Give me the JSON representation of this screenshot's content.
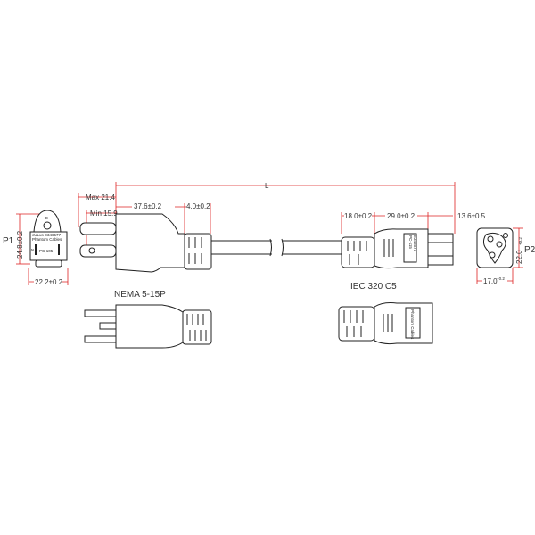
{
  "dimensions": {
    "length": "L",
    "max_prong": "Max 21.4",
    "min_prong": "Min 15.9",
    "plug_body": "37.6±0.2",
    "plug_relief": "4.0±0.2",
    "p1_height": "24.8±0.2",
    "p1_width": "22.2±0.2",
    "c5_relief": "18.0±0.2",
    "c5_body": "29.0±0.2",
    "c5_tip": "13.6±0.5",
    "p2_height": "22.0",
    "p2_width": "17.0",
    "tol": "+0.2"
  },
  "labels": {
    "p1": "P1",
    "p2": "P2",
    "nema": "NEMA  5-15P",
    "iec": "IEC  320  C5",
    "ground": "E",
    "neutral": "N",
    "line": "L",
    "brand": "Phantom Cables",
    "model": "PC-105",
    "cert": "cULus E346577",
    "c5_model": "PC-115",
    "c5_cert": "E346577"
  },
  "colors": {
    "dimension": "#dd2222",
    "outline": "#222222"
  }
}
